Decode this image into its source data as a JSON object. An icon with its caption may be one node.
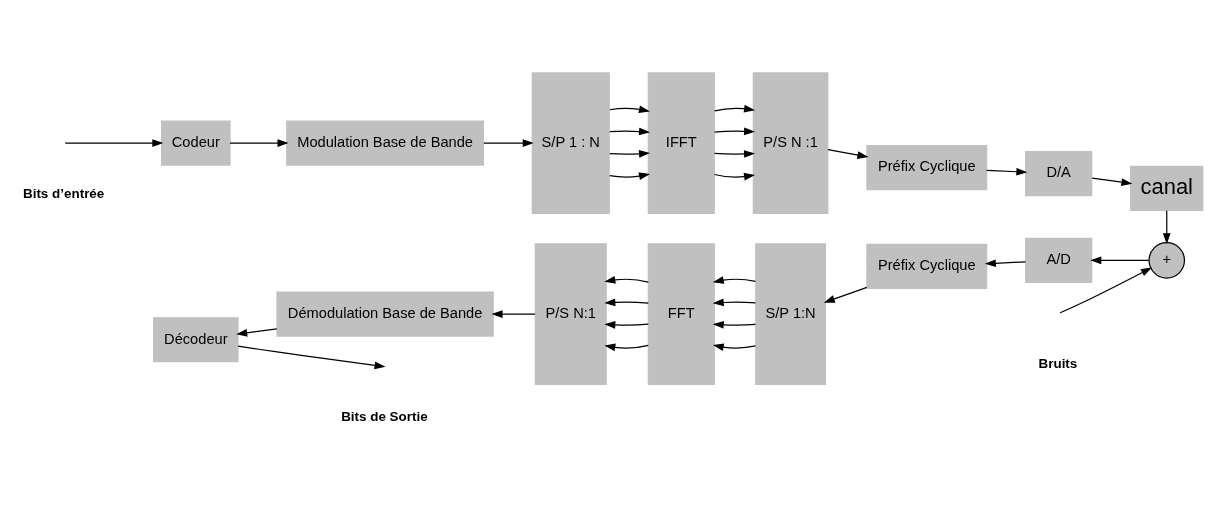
{
  "diagram": {
    "nodes": [
      {
        "text": [
          "Codeur"
        ]
      },
      {
        "text": [
          "Modulation Base de Bande"
        ]
      },
      {
        "text": [
          "S/P 1 : N"
        ]
      },
      {
        "text": [
          "IFFT"
        ]
      },
      {
        "text": [
          "P/S N :1"
        ]
      },
      {
        "text": [
          "Préfix Cyclique"
        ]
      },
      {
        "text": [
          "D/A"
        ]
      },
      {
        "text": [
          "canal"
        ]
      },
      {
        "text": [
          "+"
        ]
      },
      {
        "text": [
          "A/D"
        ]
      },
      {
        "text": [
          "Préfix Cyclique"
        ]
      },
      {
        "text": [
          "S/P 1:N"
        ]
      },
      {
        "text": [
          "FFT"
        ]
      },
      {
        "text": [
          "P/S N:1"
        ]
      },
      {
        "text": [
          "Démodulation Base de Bande"
        ]
      },
      {
        "text": [
          "Décodeur"
        ]
      }
    ],
    "edges": [
      {
        "from": null,
        "to": 0,
        "arrow": "to"
      },
      {
        "from": 0,
        "to": 1,
        "arrow": "to"
      },
      {
        "from": 1,
        "to": 2,
        "arrow": "to"
      },
      {
        "from": 2,
        "to": 3,
        "arrow": "to"
      },
      {
        "from": 2,
        "to": 3,
        "arrow": "to"
      },
      {
        "from": 2,
        "to": 3,
        "arrow": "to"
      },
      {
        "from": 2,
        "to": 3,
        "arrow": "to"
      },
      {
        "from": 3,
        "to": 4,
        "arrow": "to"
      },
      {
        "from": 3,
        "to": 4,
        "arrow": "to"
      },
      {
        "from": 3,
        "to": 4,
        "arrow": "to"
      },
      {
        "from": 3,
        "to": 4,
        "arrow": "to"
      },
      {
        "from": 4,
        "to": 5,
        "arrow": "to"
      },
      {
        "from": 5,
        "to": 6,
        "arrow": "to"
      },
      {
        "from": 6,
        "to": 7,
        "arrow": "to"
      },
      {
        "from": 7,
        "to": 8,
        "arrow": "to"
      },
      {
        "from": null,
        "to": 8,
        "arrow": "to"
      },
      {
        "from": 8,
        "to": 9,
        "arrow": "to"
      },
      {
        "from": 9,
        "to": 10,
        "arrow": "to"
      },
      {
        "from": 10,
        "to": 11,
        "arrow": "to"
      },
      {
        "from": 11,
        "to": 12,
        "arrow": "to"
      },
      {
        "from": 11,
        "to": 12,
        "arrow": "to"
      },
      {
        "from": 11,
        "to": 12,
        "arrow": "to"
      },
      {
        "from": 11,
        "to": 12,
        "arrow": "to"
      },
      {
        "from": 12,
        "to": 13,
        "arrow": "to"
      },
      {
        "from": 12,
        "to": 13,
        "arrow": "to"
      },
      {
        "from": 12,
        "to": 13,
        "arrow": "to"
      },
      {
        "from": 12,
        "to": 13,
        "arrow": "to"
      },
      {
        "from": 13,
        "to": 14,
        "arrow": "to"
      },
      {
        "from": 14,
        "to": 15,
        "arrow": "to"
      },
      {
        "from": 15,
        "to": null,
        "arrow": "to"
      }
    ],
    "labels": [
      "Bits d’entrée",
      "Bits de Sortie",
      "Bruits"
    ]
  }
}
